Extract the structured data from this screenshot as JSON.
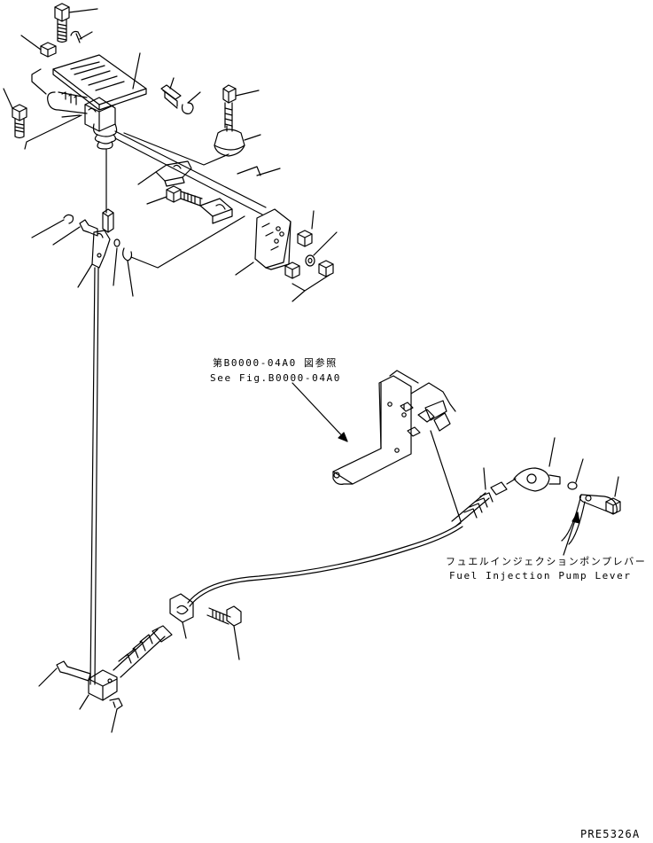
{
  "labels": {
    "reference_jp": "第B0000-04A0 図参照",
    "reference_en": "See Fig.B0000-04A0",
    "pump_lever_jp": "フュエルインジェクションポンプレバー",
    "pump_lever_en": "Fuel Injection Pump Lever",
    "drawing_code": "PRE5326A"
  },
  "colors": {
    "line": "#000000",
    "background": "#ffffff"
  }
}
